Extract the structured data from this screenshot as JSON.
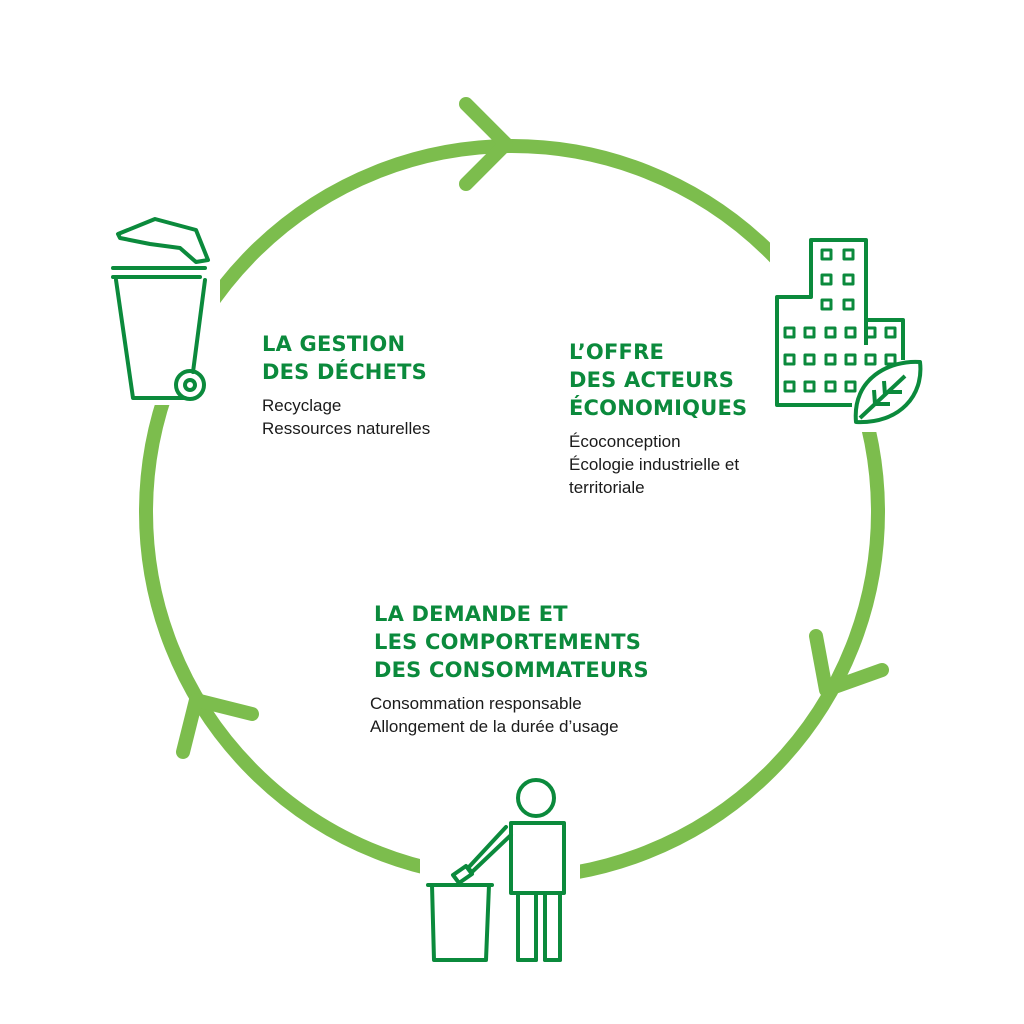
{
  "colors": {
    "cycle": "#7cbd4d",
    "icon": "#0b8a3c",
    "title": "#0b8a3c",
    "body": "#1a1a1a",
    "background": "#ffffff"
  },
  "nodes": [
    {
      "title_lines": [
        "LA GESTION",
        "DES DÉCHETS"
      ],
      "items": [
        "Recyclage",
        "Ressources naturelles"
      ],
      "icon": "trash-bin-icon"
    },
    {
      "title_lines": [
        "L’OFFRE",
        "DES ACTEURS",
        "ÉCONOMIQUES"
      ],
      "items": [
        "Écoconception",
        "Écologie industrielle et",
        "territoriale"
      ],
      "icon": "building-leaf-icon"
    },
    {
      "title_lines": [
        "LA DEMANDE ET",
        "LES COMPORTEMENTS",
        "DES CONSOMMATEURS"
      ],
      "items": [
        "Consommation responsable",
        "Allongement de la durée d’usage"
      ],
      "icon": "person-recycling-icon"
    }
  ]
}
